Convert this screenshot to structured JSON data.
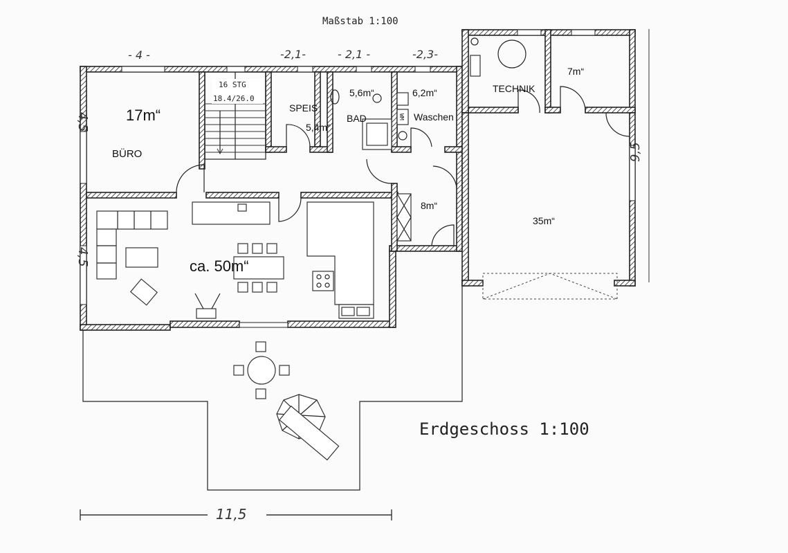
{
  "scale_label": "Maßstab 1:100",
  "plan_title": "Erdgeschoss 1:100",
  "stairs": {
    "steps": "16 STG",
    "ratio": "18.4/26.0"
  },
  "rooms": {
    "buero_area": "17m“",
    "buero_name": "BÜRO",
    "speis_name": "SPEIS",
    "speis_area": "5,4m“",
    "bad_area": "5,6m“",
    "bad_name": "BAD",
    "waschen_area": "6,2m“",
    "waschen_name": "Waschen",
    "technik_name": "TECHNIK",
    "abstell_area": "7m“",
    "flur_area": "8m“",
    "garage_area": "35m“",
    "wohnen_area": "ca. 50m“"
  },
  "dimensions": {
    "top_1": "- 4 -",
    "top_2": "-2,1-",
    "top_3": "- 2,1 -",
    "top_4": "-2,3-",
    "left_top": "4,5",
    "left_bottom": "4,5",
    "right": "9,5",
    "bottom": "11,5"
  },
  "appliance_label": "WM"
}
